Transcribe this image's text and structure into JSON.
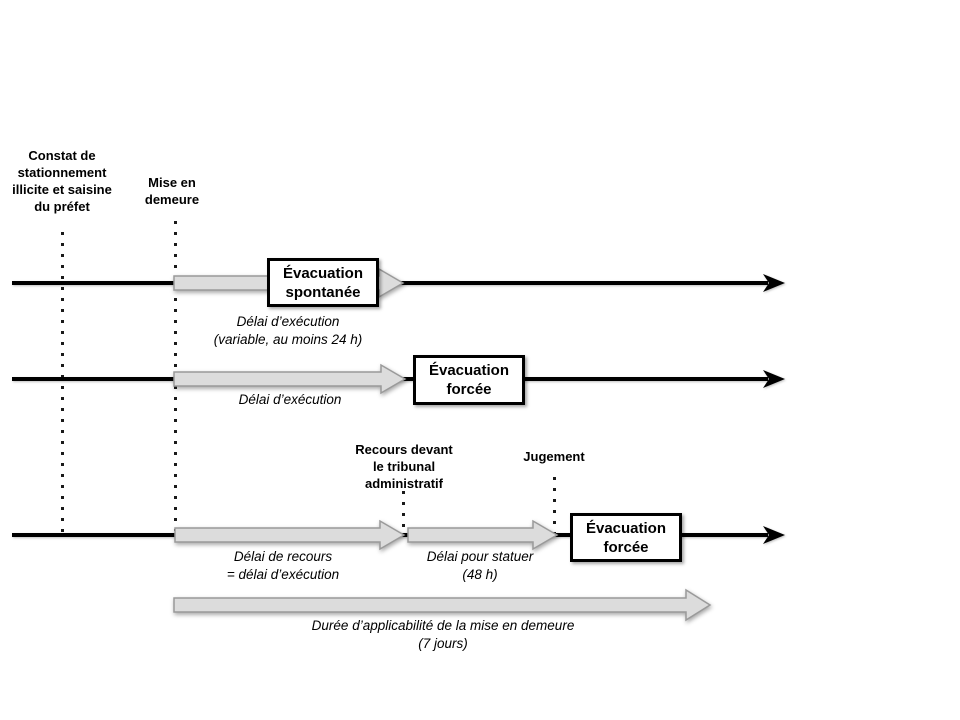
{
  "colors": {
    "background": "#ffffff",
    "timeline": "#000000",
    "block_arrow_fill": "#dcdcdc",
    "block_arrow_stroke": "#9a9a9a",
    "box_border": "#000000",
    "text": "#000000"
  },
  "milestones": {
    "constat": {
      "label": "Constat de stationnement illicite et saisine du préfet"
    },
    "mise_en_demeure": {
      "label": "Mise en demeure"
    },
    "recours": {
      "label": "Recours devant le tribunal administratif"
    },
    "jugement": {
      "label": "Jugement"
    }
  },
  "rows": {
    "row1": {
      "box": "Évacuation spontanée",
      "delay": {
        "line1": "Délai d’exécution",
        "line2": "(variable, au moins 24 h)"
      }
    },
    "row2": {
      "box": "Évacuation forcée",
      "delay": {
        "line1": "Délai d’exécution"
      }
    },
    "row3": {
      "box": "Évacuation forcée",
      "delay_recours": {
        "line1": "Délai de recours",
        "line2": "= délai d’exécution"
      },
      "delay_statuer": {
        "line1": "Délai pour statuer",
        "line2": "(48 h)"
      }
    }
  },
  "footer": {
    "duration": {
      "line1": "Durée d’applicabilité de la mise en demeure",
      "line2": "(7 jours)"
    }
  }
}
